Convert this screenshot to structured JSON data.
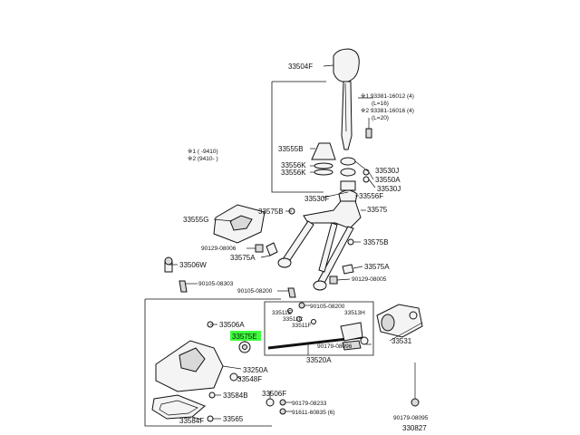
{
  "labels": {
    "l33504F": "33504F",
    "note1a": "※1 93381-16012 (4)",
    "note1b": "(L=16)",
    "note2a": "※2 93381-16016 (4)",
    "note2b": "(L=20)",
    "legend1": "※1 (     -9410)",
    "legend2": "※2 (9410-     )",
    "l33555B": "33555B",
    "l33556K1": "33556K",
    "l33556K2": "33556K",
    "l33530J1": "33530J",
    "l33550A": "33550A",
    "l33530J2": "33530J",
    "l33530F": "33530F",
    "l33556F": "33556F",
    "l33575B1": "33575B",
    "l33575": "33575",
    "l33555G": "33555G",
    "l90129a": "90129-08006",
    "l33575B2": "33575B",
    "l33575A1": "33575A",
    "l33506W": "33506W",
    "l33575A2": "33575A",
    "l90105a": "90105-08303",
    "l90129b": "90129-08005",
    "l90105b": "90105-08200",
    "l90105c": "90105-08200",
    "l33511E": "33511E",
    "l33511C": "33511C",
    "l33511F": "33511F",
    "l33513H": "33513H",
    "l33506A": "33506A",
    "l33575E": "33575E",
    "l90179a": "90179-08096",
    "l33531": "33531",
    "l33520A": "33520A",
    "l33250A": "33250A",
    "l33548F": "33548F",
    "l33584B": "33584B",
    "l33506F": "33506F",
    "l90179b": "90179-08233",
    "l91611": "91611-60835 (6)",
    "l33584F": "33584F",
    "l33565": "33565",
    "l90179c": "90179-08095",
    "l330827": "330827"
  },
  "colors": {
    "highlight": "#3dff3d",
    "ink": "#111111"
  }
}
